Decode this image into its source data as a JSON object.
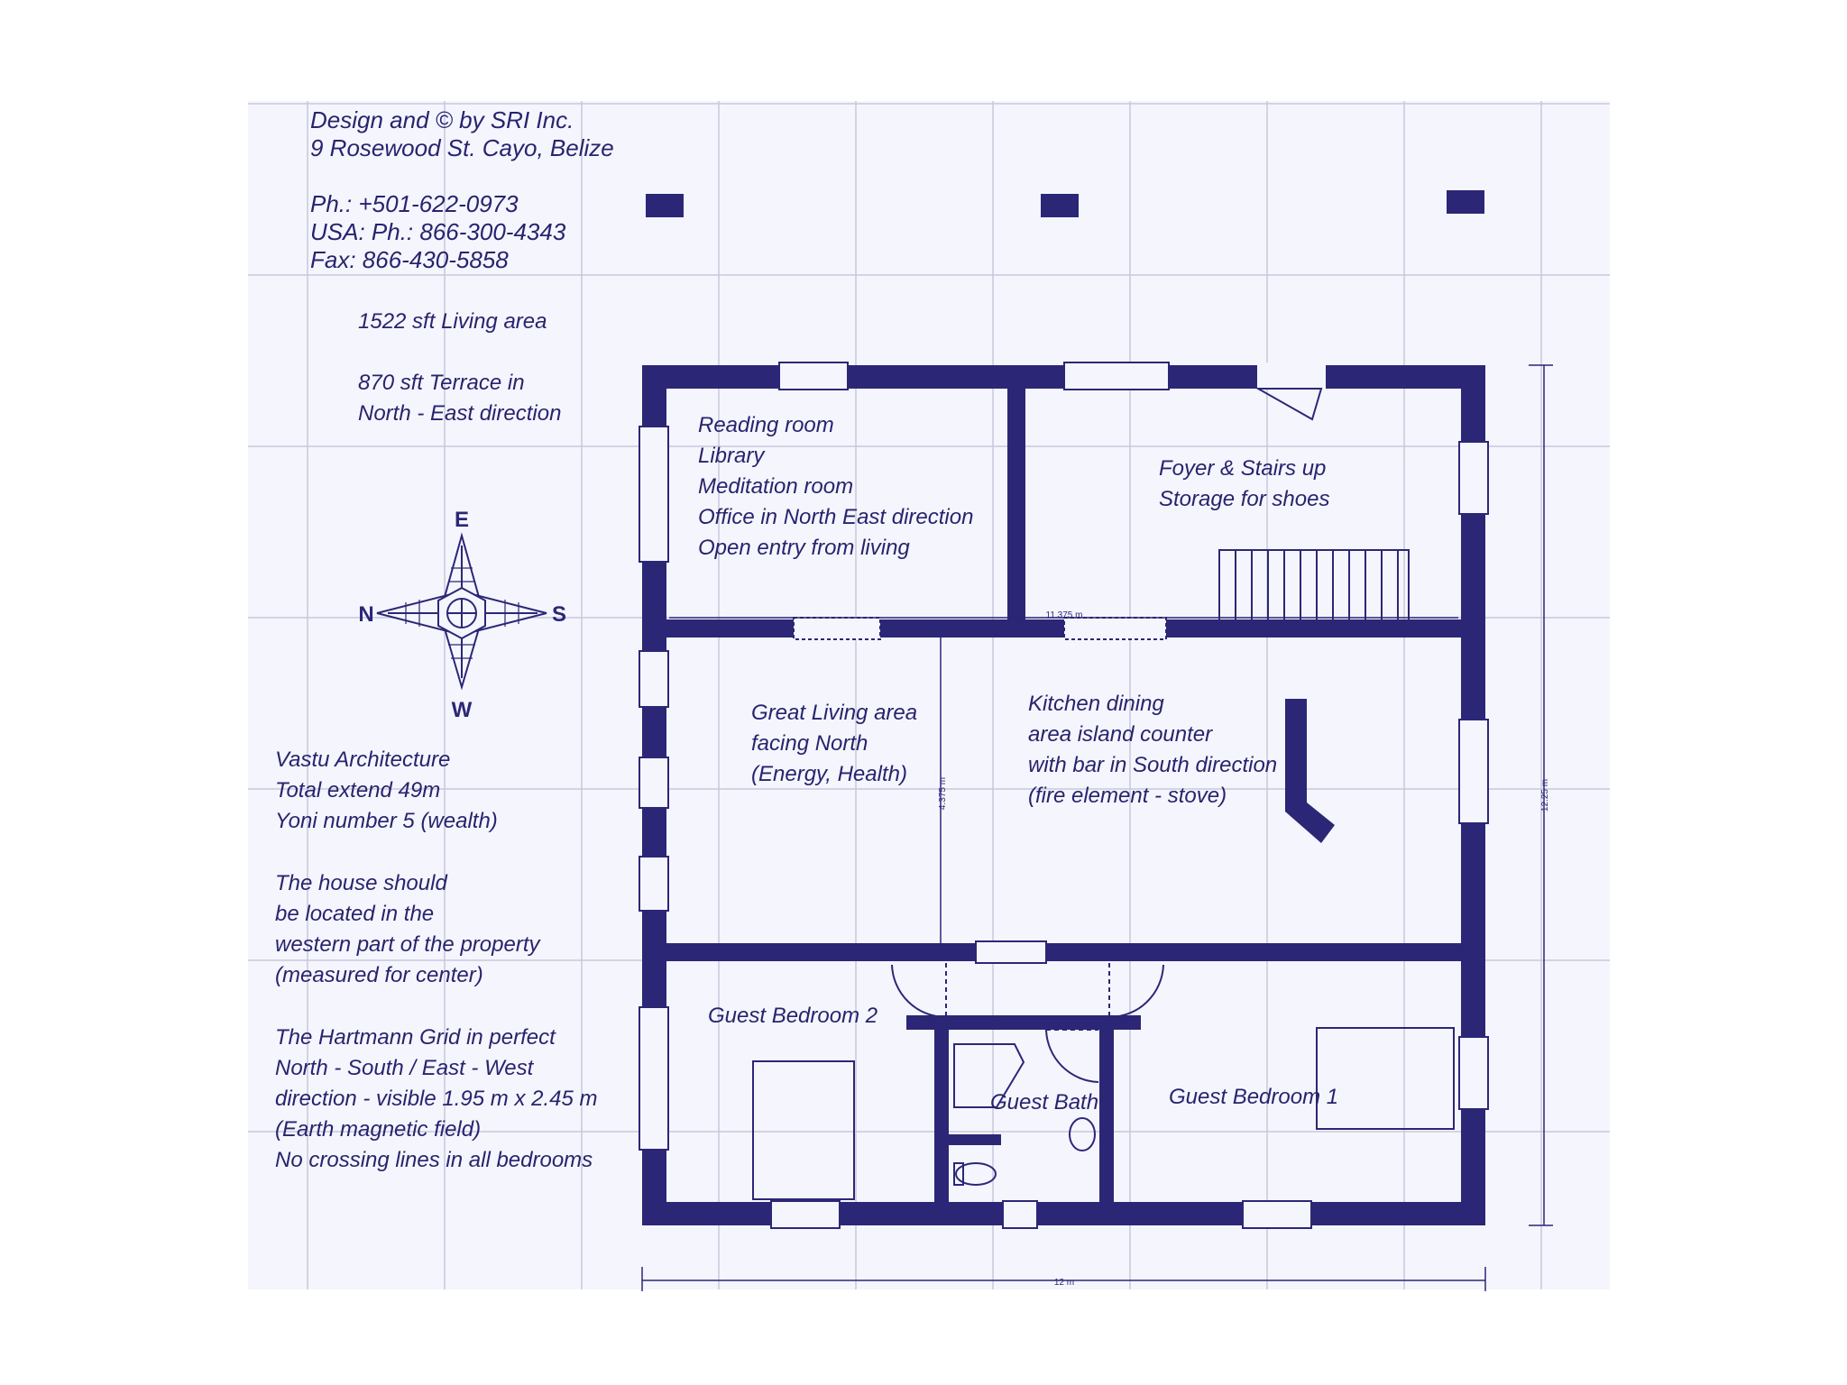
{
  "colors": {
    "ink": "#27246e",
    "paper": "#f5f5fd",
    "grid": "#c8c8dc",
    "wall": "#2b2776"
  },
  "header": {
    "design": "Design and © by SRI Inc.",
    "address": "9 Rosewood St. Cayo, Belize",
    "phone": "Ph.: +501-622-0973",
    "usa_phone": "USA: Ph.: 866-300-4343",
    "fax": "Fax: 866-430-5858"
  },
  "areas": {
    "living": "1522 sft Living area",
    "terrace_1": "870 sft Terrace in",
    "terrace_2": "North - East direction"
  },
  "compass": {
    "north": "N",
    "east": "E",
    "south": "S",
    "west": "W",
    "icon": "compass-rose-icon"
  },
  "notes": {
    "vastu": [
      "Vastu Architecture",
      "Total extend 49m",
      "Yoni number 5 (wealth)"
    ],
    "location": [
      "The house should",
      "be located in the",
      "western part of the property",
      "(measured for center)"
    ],
    "hartmann": [
      "The Hartmann Grid in perfect",
      "North - South / East - West",
      "direction - visible 1.95 m x 2.45 m",
      "(Earth magnetic field)",
      "No crossing lines in all bedrooms"
    ]
  },
  "rooms": {
    "reading": [
      "Reading room",
      "Library",
      "Meditation room",
      "Office in North East direction",
      "Open entry from living"
    ],
    "foyer": [
      "Foyer & Stairs up",
      "Storage for shoes"
    ],
    "living": [
      "Great Living area",
      "facing North",
      "(Energy, Health)"
    ],
    "kitchen": [
      "Kitchen dining",
      "area island counter",
      "with bar in South direction",
      "(fire element - stove)"
    ],
    "guest_bedroom_2": "Guest Bedroom 2",
    "guest_bath": "Guest Bath",
    "guest_bedroom_1": "Guest Bedroom 1"
  },
  "dimensions": {
    "width": "12 m",
    "height": "12.25 m",
    "inner_height": "4.375 m",
    "inner_width": "11.375 m"
  }
}
